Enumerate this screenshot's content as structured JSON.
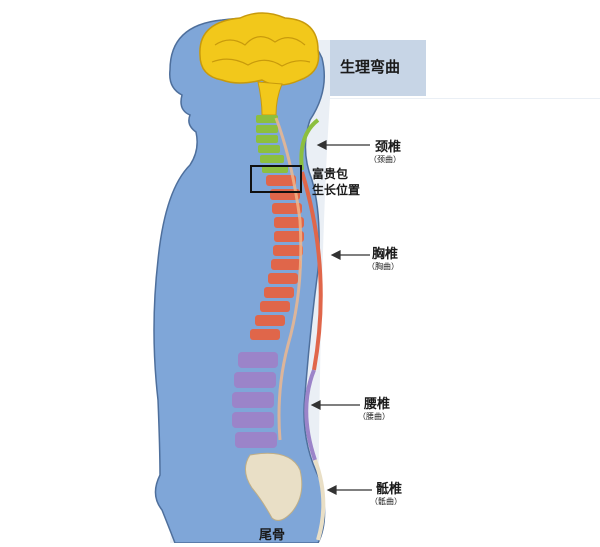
{
  "title": "生理弯曲",
  "hump_label": [
    "富贵包",
    "生长位置"
  ],
  "regions": [
    {
      "label": "颈椎",
      "sub": "（颈曲）",
      "color": "#8cbf3f"
    },
    {
      "label": "胸椎",
      "sub": "（胸曲）",
      "color": "#e0664a"
    },
    {
      "label": "腰椎",
      "sub": "（腰曲）",
      "color": "#9b84c9"
    },
    {
      "label": "骶椎",
      "sub": "（骶曲）",
      "color": "#e9dfc6"
    }
  ],
  "bottom_label": "尾骨",
  "colors": {
    "body": "#7fa6d8",
    "body_outline": "#4e6f9c",
    "brain": "#f2c81b",
    "background_panel": "#c7d5e6",
    "arrow": "#333333"
  }
}
